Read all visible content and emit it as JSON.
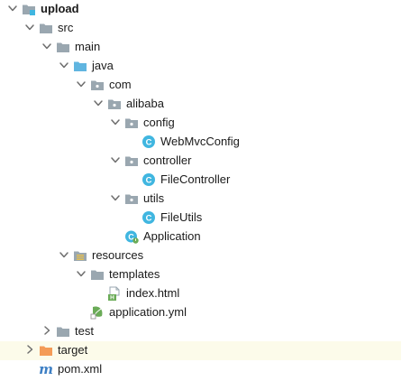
{
  "tree": [
    {
      "id": "upload",
      "label": "upload",
      "depth": 0,
      "bold": true,
      "expanded": true,
      "icon": "module-folder-icon",
      "selected": false
    },
    {
      "id": "src",
      "label": "src",
      "depth": 1,
      "expanded": true,
      "icon": "folder-icon",
      "selected": false
    },
    {
      "id": "main",
      "label": "main",
      "depth": 2,
      "expanded": true,
      "icon": "folder-icon",
      "selected": false
    },
    {
      "id": "java",
      "label": "java",
      "depth": 3,
      "expanded": true,
      "icon": "source-root-folder-icon",
      "selected": false
    },
    {
      "id": "com",
      "label": "com",
      "depth": 4,
      "expanded": true,
      "icon": "package-icon",
      "selected": false
    },
    {
      "id": "alibaba",
      "label": "alibaba",
      "depth": 5,
      "expanded": true,
      "icon": "package-icon",
      "selected": false
    },
    {
      "id": "config",
      "label": "config",
      "depth": 6,
      "expanded": true,
      "icon": "package-icon",
      "selected": false
    },
    {
      "id": "webmvcconfig",
      "label": "WebMvcConfig",
      "depth": 7,
      "icon": "java-class-icon",
      "selected": false
    },
    {
      "id": "controller",
      "label": "controller",
      "depth": 6,
      "expanded": true,
      "icon": "package-icon",
      "selected": false
    },
    {
      "id": "filecontroller",
      "label": "FileController",
      "depth": 7,
      "icon": "java-class-icon",
      "selected": false
    },
    {
      "id": "utils",
      "label": "utils",
      "depth": 6,
      "expanded": true,
      "icon": "package-icon",
      "selected": false
    },
    {
      "id": "fileutils",
      "label": "FileUtils",
      "depth": 7,
      "icon": "java-class-icon",
      "selected": false
    },
    {
      "id": "application",
      "label": "Application",
      "depth": 6,
      "icon": "spring-boot-class-icon",
      "selected": false
    },
    {
      "id": "resources",
      "label": "resources",
      "depth": 3,
      "expanded": true,
      "icon": "resources-folder-icon",
      "selected": false
    },
    {
      "id": "templates",
      "label": "templates",
      "depth": 4,
      "expanded": true,
      "icon": "folder-icon",
      "selected": false
    },
    {
      "id": "indexhtml",
      "label": "index.html",
      "depth": 5,
      "icon": "html-file-icon",
      "selected": false
    },
    {
      "id": "applicationyml",
      "label": "application.yml",
      "depth": 4,
      "icon": "spring-yaml-file-icon",
      "selected": false
    },
    {
      "id": "test",
      "label": "test",
      "depth": 2,
      "expanded": false,
      "icon": "folder-icon",
      "selected": false
    },
    {
      "id": "target",
      "label": "target",
      "depth": 1,
      "expanded": false,
      "icon": "excluded-folder-icon",
      "selected": true
    },
    {
      "id": "pomxml",
      "label": "pom.xml",
      "depth": 1,
      "icon": "maven-pom-icon",
      "selected": false
    }
  ],
  "colors": {
    "folder": "#9aa7b0",
    "source_root": "#60b5e0",
    "excluded_folder": "#f49b57",
    "java_class": "#40b6e0",
    "spring_green": "#6aab57",
    "maven": "#3d7fc4",
    "arrow": "#6e6e6e",
    "selected_row": "#fcfbea"
  }
}
